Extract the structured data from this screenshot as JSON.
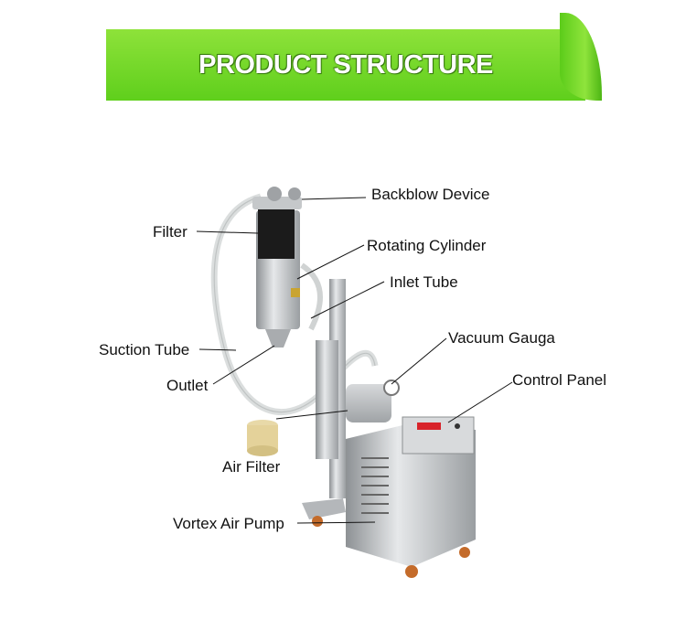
{
  "header": {
    "title": "PRODUCT STRUCTURE"
  },
  "labels": {
    "backblow_device": "Backblow Device",
    "filter": "Filter",
    "rotating_cylinder": "Rotating Cylinder",
    "inlet_tube": "Inlet Tube",
    "suction_tube": "Suction Tube",
    "vacuum_gauga": "Vacuum Gauga",
    "outlet": "Outlet",
    "control_panel": "Control Panel",
    "air_filter": "Air Filter",
    "vortex_air_pump": "Vortex Air Pump"
  },
  "colors": {
    "banner_green": "#6fd524",
    "steel": "#b9bcbf",
    "panel_red": "#d8232a"
  }
}
